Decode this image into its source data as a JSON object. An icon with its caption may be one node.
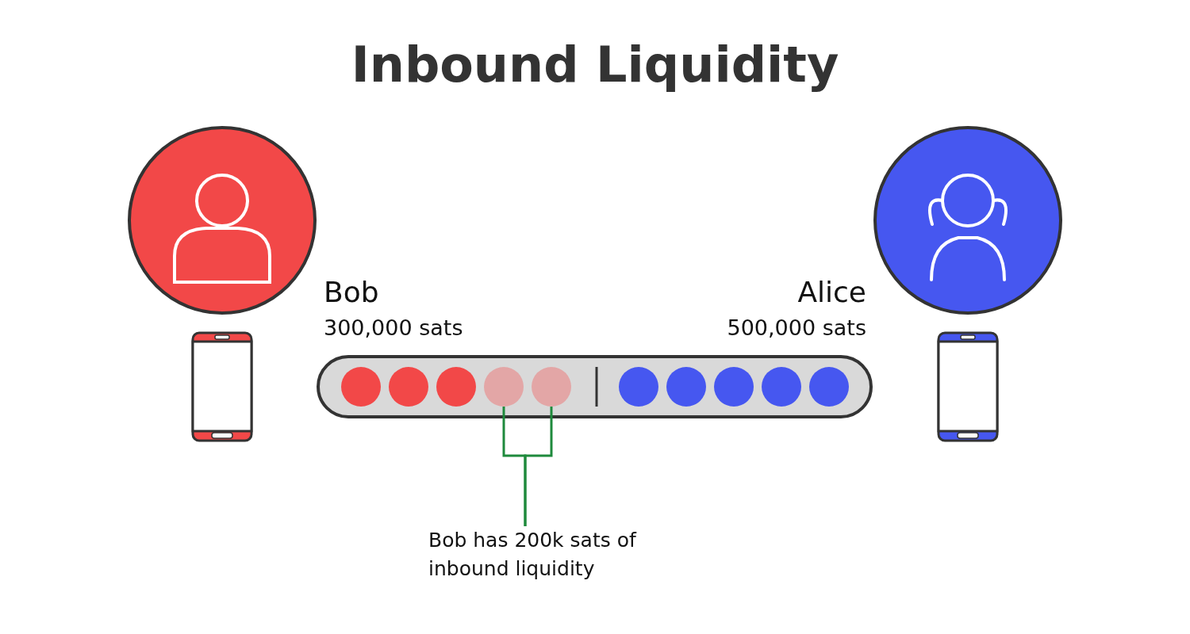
{
  "diagram": {
    "title": "Inbound Liquidity",
    "nodes": [
      {
        "text": [
          "Bob has 200k sats of inbound liquidity"
        ]
      },
      {
        "text": [],
        "shape": "circle"
      },
      {
        "text": [],
        "shape": "circle"
      }
    ],
    "edges": [
      {
        "from": 0,
        "to": 1,
        "arrow": "none",
        "color": "#1e8a3c"
      },
      {
        "from": 0,
        "to": 2,
        "arrow": "none",
        "color": "#1e8a3c"
      }
    ],
    "labels": [
      "Bob",
      "300,000 sats",
      "Alice",
      "500,000 sats"
    ]
  }
}
